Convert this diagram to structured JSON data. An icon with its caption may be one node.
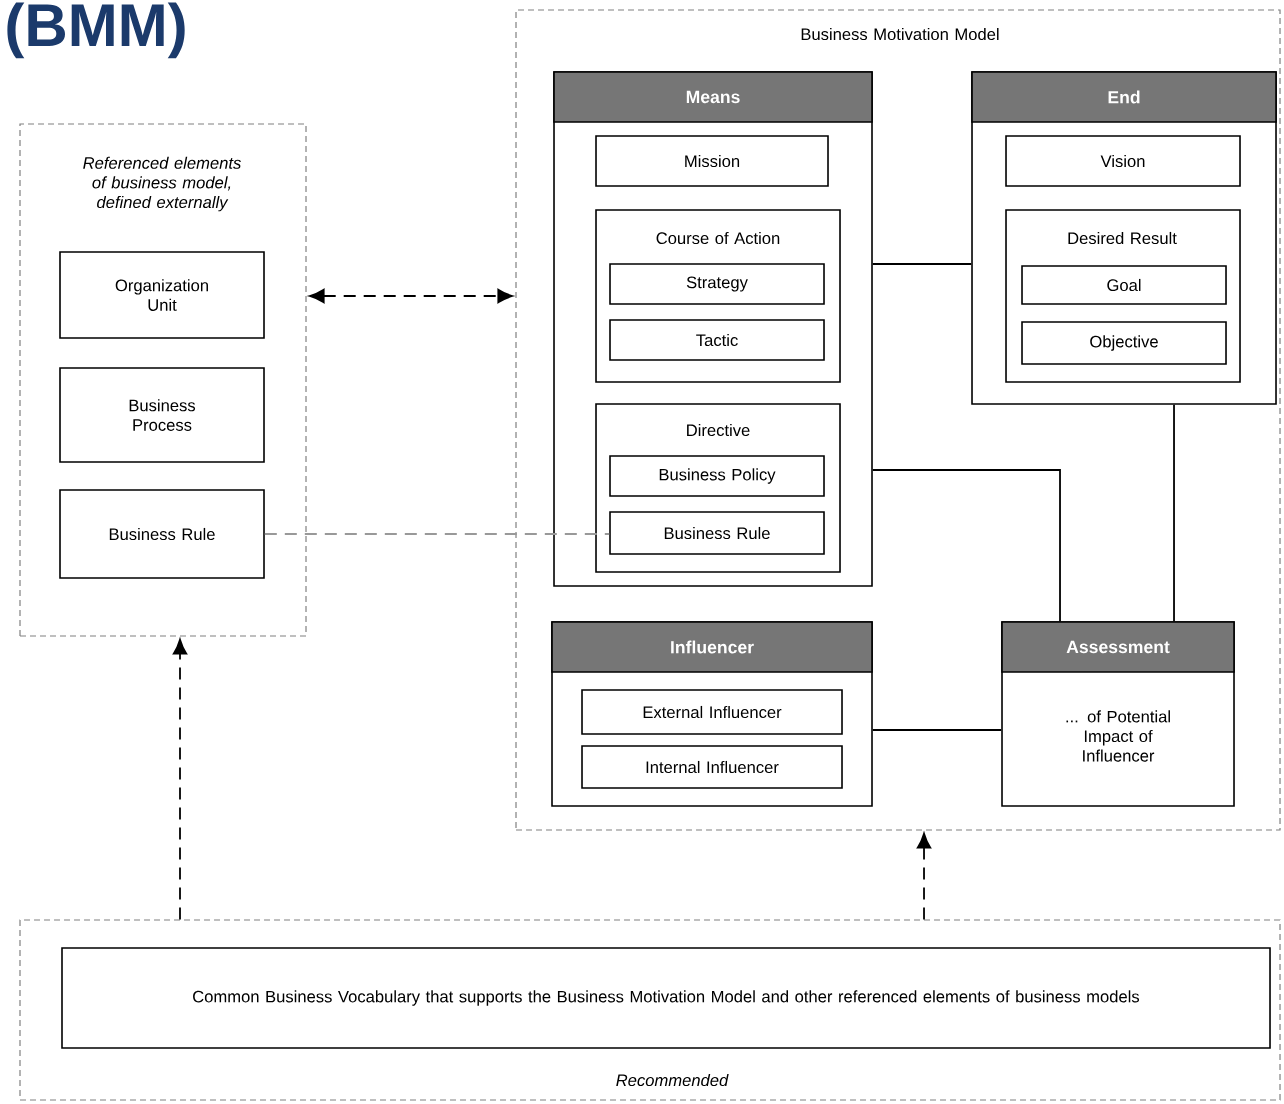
{
  "diagram": {
    "title": "(BMM)",
    "nodes": [
      {
        "text": [
          "Referenced elements of business model, defined externally"
        ]
      },
      {
        "text": [
          "Organization Unit"
        ],
        "in": 0
      },
      {
        "text": [
          "Business Process"
        ],
        "in": 0
      },
      {
        "text": [
          "Business Rule"
        ],
        "in": 0
      },
      {
        "text": [
          "Business Motivation Model"
        ]
      },
      {
        "text": [
          "Means"
        ],
        "in": 4
      },
      {
        "text": [
          "Mission"
        ],
        "in": 5
      },
      {
        "text": [
          "Course of Action"
        ],
        "in": 5
      },
      {
        "text": [
          "Strategy"
        ],
        "in": 7
      },
      {
        "text": [
          "Tactic"
        ],
        "in": 7
      },
      {
        "text": [
          "Directive"
        ],
        "in": 5
      },
      {
        "text": [
          "Business Policy"
        ],
        "in": 10
      },
      {
        "text": [
          "Business Rule"
        ],
        "in": 10
      },
      {
        "text": [
          "End"
        ],
        "in": 4
      },
      {
        "text": [
          "Vision"
        ],
        "in": 13
      },
      {
        "text": [
          "Desired Result"
        ],
        "in": 13
      },
      {
        "text": [
          "Goal"
        ],
        "in": 15
      },
      {
        "text": [
          "Objective"
        ],
        "in": 15
      },
      {
        "text": [
          "Influencer"
        ],
        "in": 4
      },
      {
        "text": [
          "External Influencer"
        ],
        "in": 18
      },
      {
        "text": [
          "Internal Influencer"
        ],
        "in": 18
      },
      {
        "text": [
          "Assessment",
          "... of Potential Impact of Influencer"
        ],
        "in": 4
      },
      {
        "text": [
          "Recommended"
        ]
      },
      {
        "text": [
          "Common Business Vocabulary that supports the Business Motivation Model and other referenced elements of business models"
        ],
        "in": 22
      }
    ],
    "edges": [
      {
        "from": 0,
        "to": 4,
        "arrow": "both",
        "style": "dashed"
      },
      {
        "from": 3,
        "to": 12,
        "arrow": "none",
        "style": "dashed",
        "color": "#999999"
      },
      {
        "from": 5,
        "to": 13,
        "arrow": "none"
      },
      {
        "from": 5,
        "to": 21,
        "arrow": "none"
      },
      {
        "from": 13,
        "to": 21,
        "arrow": "none"
      },
      {
        "from": 18,
        "to": 21,
        "arrow": "none"
      },
      {
        "from": 22,
        "to": 0,
        "arrow": "to",
        "style": "dashed"
      },
      {
        "from": 22,
        "to": 4,
        "arrow": "to",
        "style": "dashed"
      }
    ]
  }
}
